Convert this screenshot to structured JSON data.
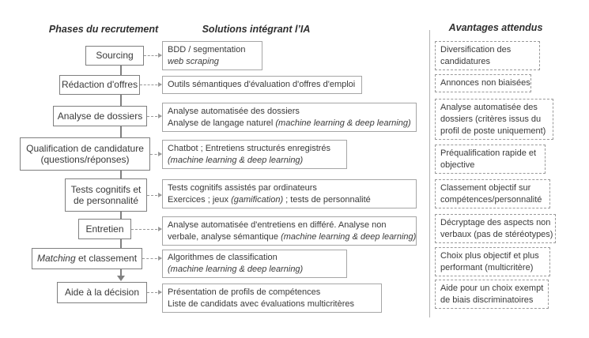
{
  "headers": {
    "phases": "Phases du recrutement",
    "solutions": "Solutions intégrant l’IA",
    "avantages": "Avantages attendus"
  },
  "rows": [
    {
      "phase": [
        [
          {
            "t": "Sourcing"
          }
        ]
      ],
      "solution": [
        [
          {
            "t": "BDD / segmentation"
          }
        ],
        [
          {
            "t": "web scraping",
            "i": true
          }
        ]
      ],
      "avantage": [
        [
          {
            "t": "Diversification des"
          }
        ],
        [
          {
            "t": "candidatures"
          }
        ]
      ]
    },
    {
      "phase": [
        [
          {
            "t": "Rédaction d'offres"
          }
        ]
      ],
      "solution": [
        [
          {
            "t": "Outils sémantiques d'évaluation d'offres d'emploi"
          }
        ]
      ],
      "avantage": [
        [
          {
            "t": "Annonces non biaisées"
          }
        ]
      ]
    },
    {
      "phase": [
        [
          {
            "t": "Analyse de dossiers"
          }
        ]
      ],
      "solution": [
        [
          {
            "t": "Analyse automatisée des dossiers"
          }
        ],
        [
          {
            "t": "Analyse de langage naturel "
          },
          {
            "t": "(machine learning & deep learning)",
            "i": true
          }
        ]
      ],
      "avantage": [
        [
          {
            "t": "Analyse automatisée des"
          }
        ],
        [
          {
            "t": "dossiers (critères issus du"
          }
        ],
        [
          {
            "t": "profil de poste uniquement)"
          }
        ]
      ]
    },
    {
      "phase": [
        [
          {
            "t": "Qualification de candidature"
          }
        ],
        [
          {
            "t": "(questions/réponses)"
          }
        ]
      ],
      "solution": [
        [
          {
            "t": "Chatbot ; Entretiens structurés enregistrés"
          }
        ],
        [
          {
            "t": "(machine learning & deep learning)",
            "i": true
          }
        ]
      ],
      "avantage": [
        [
          {
            "t": "Préqualification rapide et"
          }
        ],
        [
          {
            "t": "objective"
          }
        ]
      ]
    },
    {
      "phase": [
        [
          {
            "t": "Tests cognitifs et"
          }
        ],
        [
          {
            "t": "de personnalité"
          }
        ]
      ],
      "solution": [
        [
          {
            "t": "Tests cognitifs assistés par ordinateurs"
          }
        ],
        [
          {
            "t": "Exercices ; jeux "
          },
          {
            "t": "(gamification)",
            "i": true
          },
          {
            "t": " ; tests de personnalité"
          }
        ]
      ],
      "avantage": [
        [
          {
            "t": "Classement objectif sur"
          }
        ],
        [
          {
            "t": "compétences/personnalité"
          }
        ]
      ]
    },
    {
      "phase": [
        [
          {
            "t": "Entretien"
          }
        ]
      ],
      "solution": [
        [
          {
            "t": "Analyse automatisée d'entretiens en différé. Analyse non"
          }
        ],
        [
          {
            "t": "verbale, analyse sémantique "
          },
          {
            "t": "(machine learning & deep learning)",
            "i": true
          }
        ]
      ],
      "avantage": [
        [
          {
            "t": "Décryptage des aspects non"
          }
        ],
        [
          {
            "t": "verbaux (pas de stéréotypes)"
          }
        ]
      ]
    },
    {
      "phase": [
        [
          {
            "t": "Matching",
            "i": true
          },
          {
            "t": " et classement"
          }
        ]
      ],
      "solution": [
        [
          {
            "t": "Algorithmes de classification"
          }
        ],
        [
          {
            "t": "(machine learning & deep learning)",
            "i": true
          }
        ]
      ],
      "avantage": [
        [
          {
            "t": "Choix plus objectif et plus"
          }
        ],
        [
          {
            "t": "performant (multicritère)"
          }
        ]
      ]
    },
    {
      "phase": [
        [
          {
            "t": "Aide à la décision"
          }
        ]
      ],
      "solution": [
        [
          {
            "t": "Présentation de profils de compétences"
          }
        ],
        [
          {
            "t": "Liste de candidats avec évaluations multicritères"
          }
        ]
      ],
      "avantage": [
        [
          {
            "t": "Aide pour un choix exempt"
          }
        ],
        [
          {
            "t": "de biais discriminatoires"
          }
        ]
      ]
    }
  ]
}
